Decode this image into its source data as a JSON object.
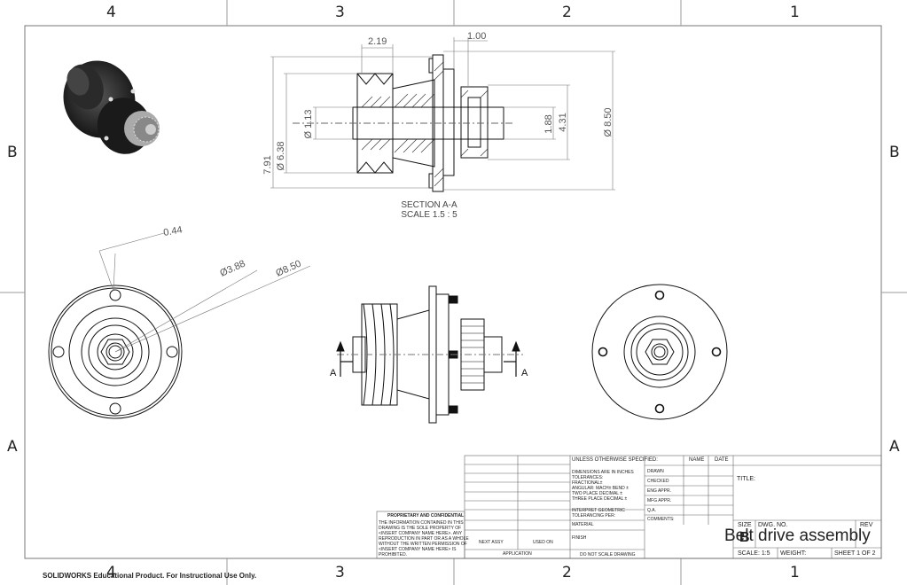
{
  "zones": {
    "top": [
      "4",
      "3",
      "2",
      "1"
    ],
    "bottom": [
      "4",
      "3",
      "2",
      "1"
    ],
    "left": [
      "B",
      "A"
    ],
    "right": [
      "B",
      "A"
    ]
  },
  "section": {
    "title": "SECTION A-A",
    "scale": "SCALE 1.5 : 5"
  },
  "dims_section": {
    "d219": "2.19",
    "d100": "1.00",
    "d850": "Ø 8.50",
    "d431": "4.31",
    "d188": "1.88",
    "d113": "Ø 1.13",
    "d638": "Ø 6.38",
    "d791": "7.91"
  },
  "dims_front": {
    "d044": "0.44",
    "d388": "Ø3.88",
    "d850": "Ø8.50"
  },
  "cut_labels": {
    "left": "A",
    "right": "A"
  },
  "footer_note": "SOLIDWORKS Educational Product. For Instructional Use Only.",
  "title_block": {
    "unless": "UNLESS OTHERWISE SPECIFIED:",
    "name": "NAME",
    "date": "DATE",
    "dims_in": "DIMENSIONS ARE IN INCHES",
    "tolerances": "TOLERANCES:",
    "fractional": "FRACTIONAL±",
    "angular": "ANGULAR: MACH±   BEND ±",
    "two_place": "TWO PLACE DECIMAL   ±",
    "three_place": "THREE PLACE DECIMAL  ±",
    "interpret": "INTERPRET GEOMETRIC",
    "tolerancing": "TOLERANCING PER:",
    "material": "MATERIAL",
    "finish": "FINISH",
    "do_not_scale": "DO NOT SCALE DRAWING",
    "drawn": "DRAWN",
    "checked": "CHECKED",
    "eng_appr": "ENG APPR.",
    "mfg_appr": "MFG APPR.",
    "qa": "Q.A.",
    "comments": "COMMENTS:",
    "title_label": "TITLE:",
    "size_label": "SIZE",
    "size_value": "B",
    "dwg_no": "DWG.  NO.",
    "rev": "REV",
    "dwg_title": "Belt drive assembly",
    "scale": "SCALE: 1:5",
    "weight": "WEIGHT:",
    "sheet": "SHEET 1 OF 2",
    "next_assy": "NEXT ASSY",
    "used_on": "USED ON",
    "application": "APPLICATION",
    "proprietary_title": "PROPRIETARY AND CONFIDENTIAL",
    "proprietary_lines": [
      "THE INFORMATION CONTAINED IN THIS",
      "DRAWING IS THE SOLE PROPERTY OF",
      "<INSERT COMPANY NAME HERE>. ANY",
      "REPRODUCTION IN PART OR AS A WHOLE",
      "WITHOUT THE WRITTEN PERMISSION OF",
      "<INSERT COMPANY NAME HERE> IS",
      "PROHIBITED."
    ]
  }
}
